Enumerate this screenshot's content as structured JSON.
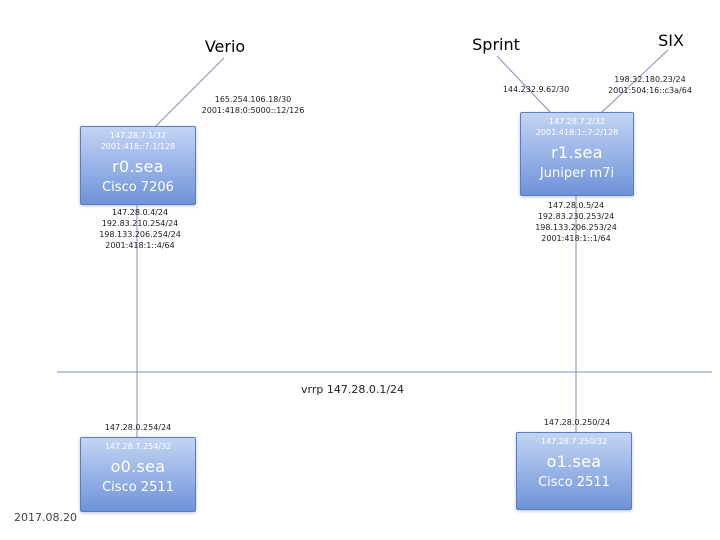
{
  "diagram": {
    "date": "2017.08.20",
    "lan": {
      "vrrp_label": "vrrp 147.28.0.1/24"
    },
    "uplinks": {
      "verio": {
        "label": "Verio",
        "addr1": "165.254.106.18/30",
        "addr2": "2001:418:0:5000::12/126"
      },
      "sprint": {
        "label": "Sprint",
        "addr1": "144.232.9.62/30"
      },
      "six": {
        "label": "SIX",
        "addr1": "198.32.180.23/24",
        "addr2": "2001:504:16::c3a/64"
      }
    },
    "nodes": {
      "r0": {
        "lo1": "147.28.7.1/32",
        "lo2": "2001:418::7:1/128",
        "name": "r0.sea",
        "model": "Cisco 7206",
        "lan_addrs": [
          "147.28.0.4/24",
          "192.83.210.254/24",
          "198.133.206.254/24",
          "2001:418:1::4/64"
        ]
      },
      "r1": {
        "lo1": "147.28.7.2/32",
        "lo2": "2001:418:1::7:2/128",
        "name": "r1.sea",
        "model": "Juniper m7i",
        "lan_addrs": [
          "147.28.0.5/24",
          "192.83.230.253/24",
          "198.133.206.253/24",
          "2001:418:1::1/64"
        ]
      },
      "o0": {
        "lan_addr": "147.28.0.254/24",
        "lo1": "147.28.7.254/32",
        "name": "o0.sea",
        "model": "Cisco 2511"
      },
      "o1": {
        "lan_addr": "147.28.0.250/24",
        "lo1": "147.28.7.250/32",
        "name": "o1.sea",
        "model": "Cisco 2511"
      }
    }
  }
}
